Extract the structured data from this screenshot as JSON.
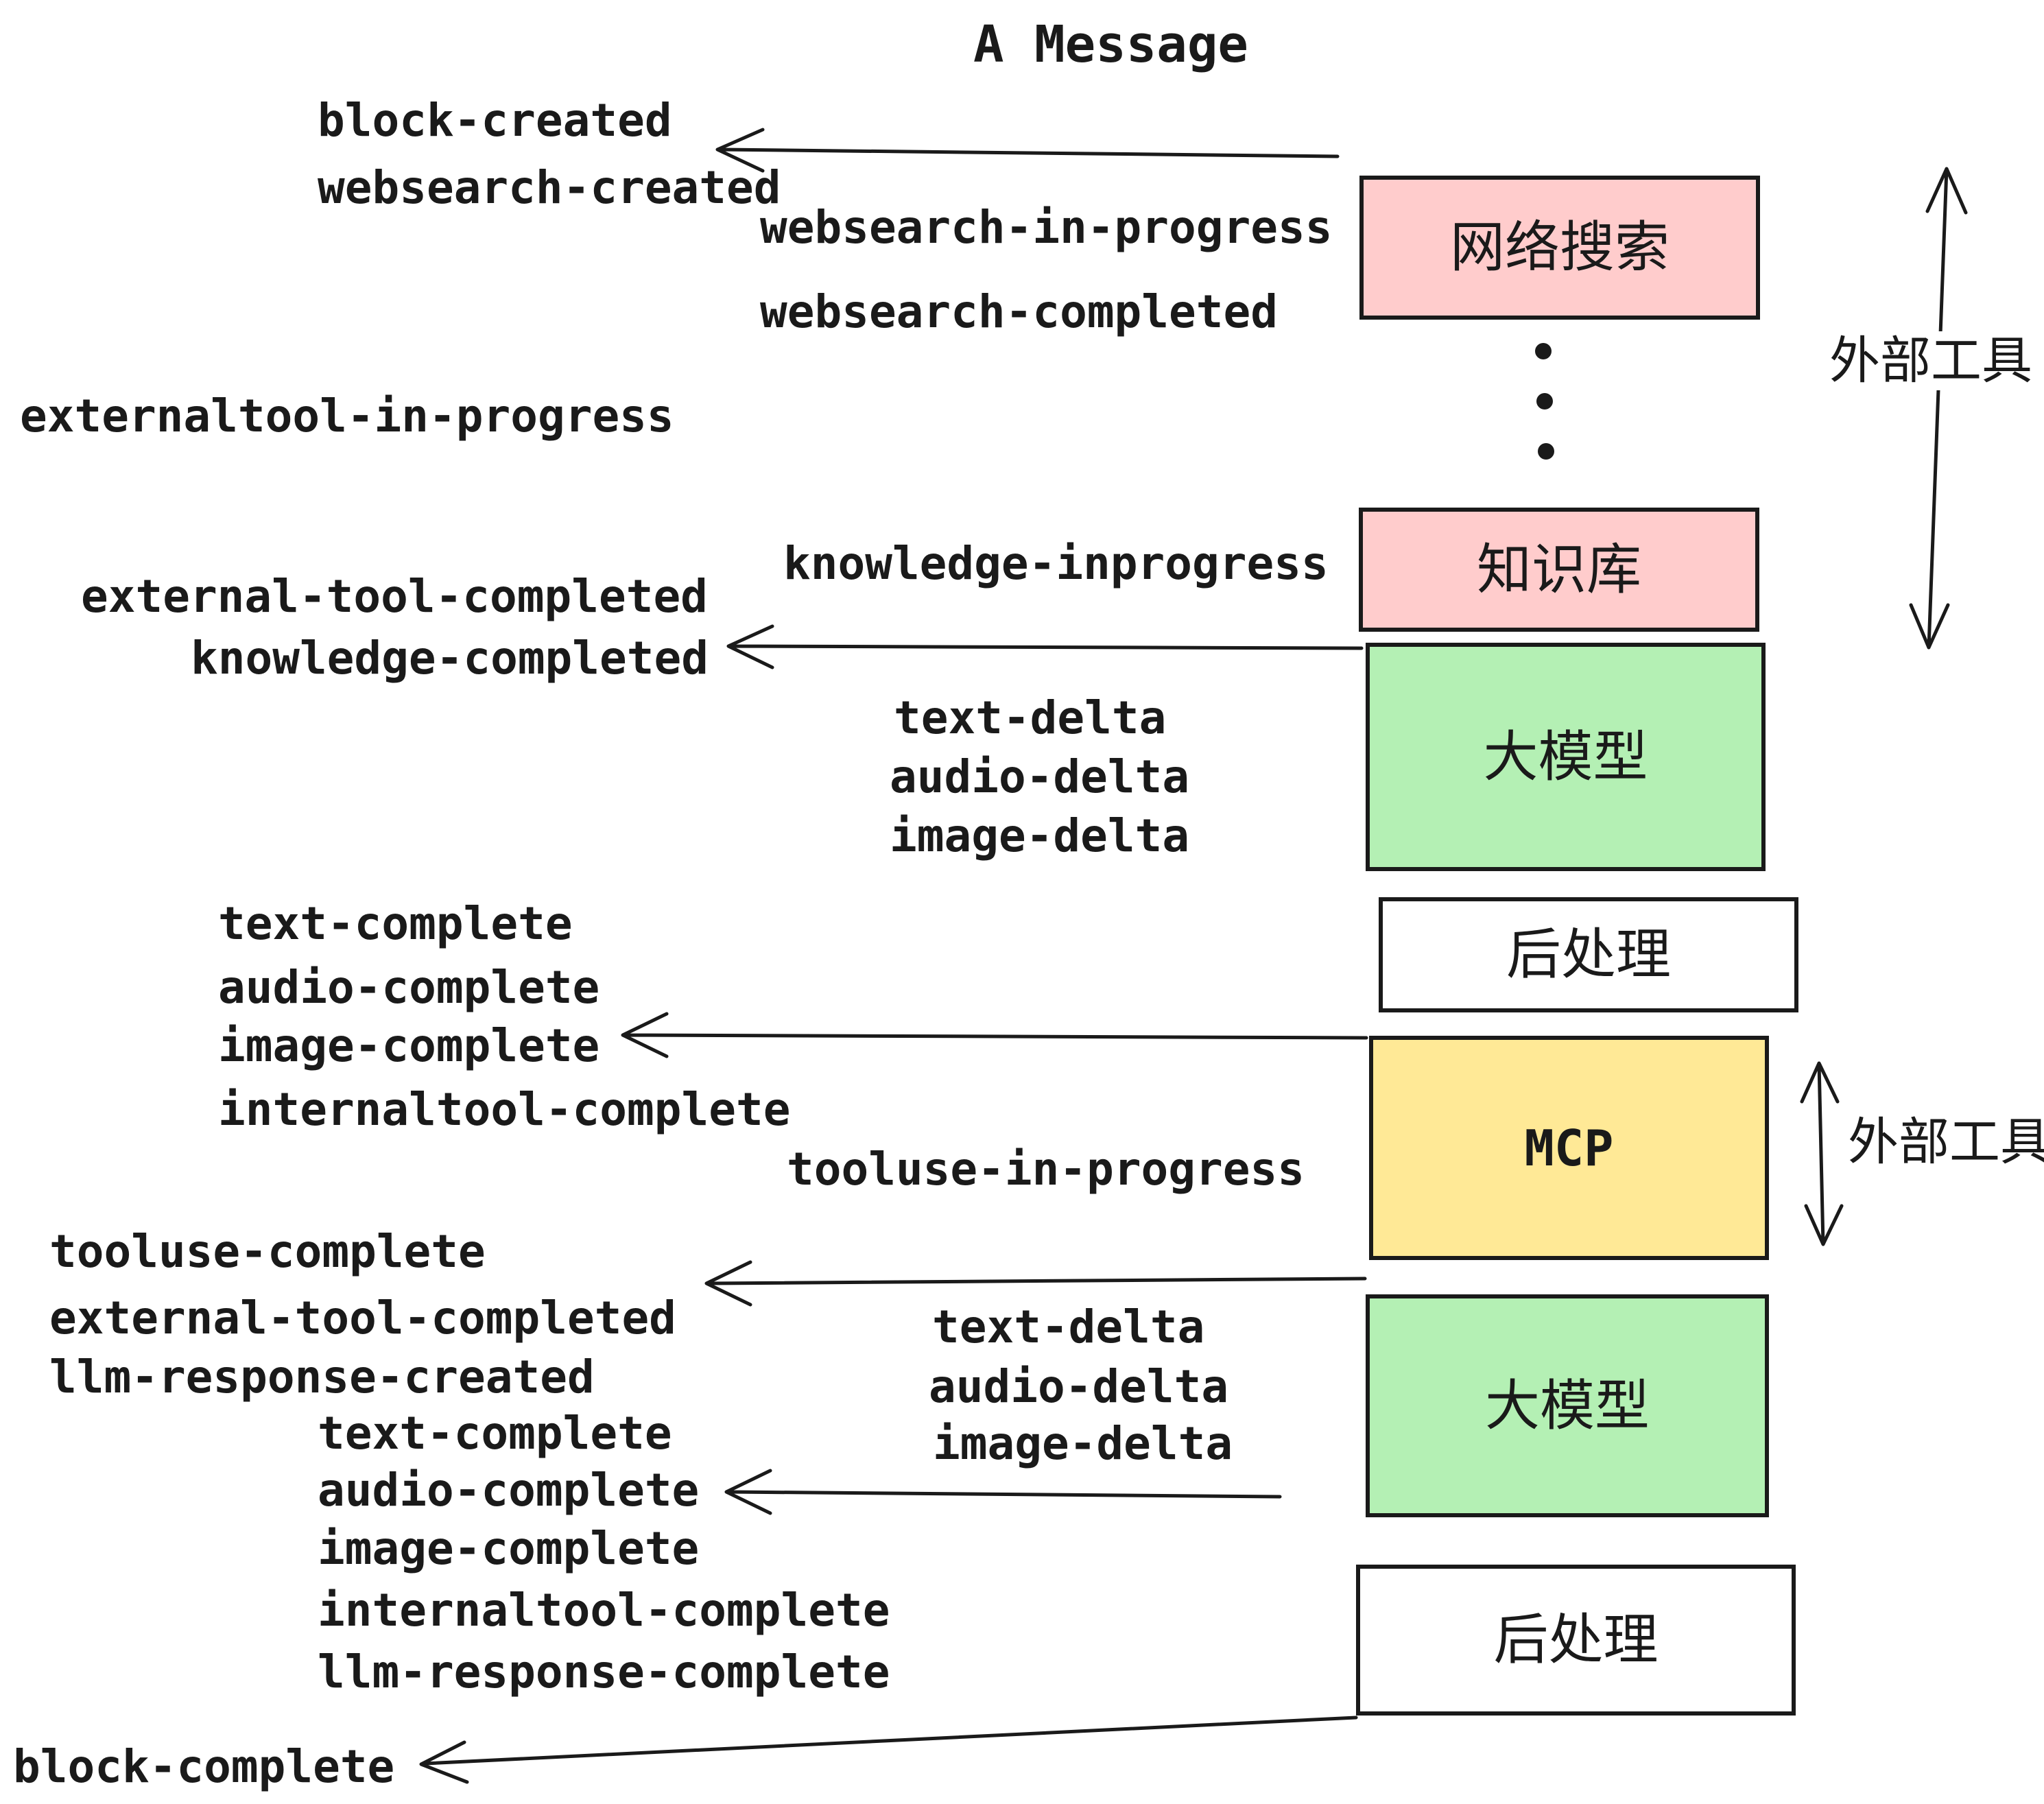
{
  "title": "A Message",
  "colors": {
    "pink": "#ffcccc",
    "green": "#b4f0b4",
    "yellow": "#ffe996",
    "line": "#1a1a1a",
    "bg": "#ffffff",
    "text": "#1a1a1a"
  },
  "boxes": {
    "websearch": {
      "label": "网络搜索",
      "color": "#ffcccc"
    },
    "knowledge": {
      "label": "知识库",
      "color": "#ffcccc"
    },
    "llm1": {
      "label": "大模型",
      "color": "#b4f0b4"
    },
    "post1": {
      "label": "后处理",
      "color": "#ffffff"
    },
    "mcp": {
      "label": "MCP",
      "color": "#ffe996"
    },
    "llm2": {
      "label": "大模型",
      "color": "#b4f0b4"
    },
    "post2": {
      "label": "后处理",
      "color": "#ffffff"
    }
  },
  "side_labels": {
    "external_tools_top": "外部工具",
    "external_tools_bottom": "外部工具"
  },
  "events": {
    "block_created": "block-created",
    "websearch_created": "websearch-created",
    "websearch_in_progress": "websearch-in-progress",
    "websearch_completed": "websearch-completed",
    "externaltool_in_progress": "externaltool-in-progress",
    "knowledge_inprogress": "knowledge-inprogress",
    "external_tool_completed_1": "external-tool-completed",
    "knowledge_completed": "knowledge-completed",
    "text_delta_1": "text-delta",
    "audio_delta_1": "audio-delta",
    "image_delta_1": "image-delta",
    "text_complete_1": "text-complete",
    "audio_complete_1": "audio-complete",
    "image_complete_1": "image-complete",
    "internaltool_complete_1": "internaltool-complete",
    "tooluse_in_progress": "tooluse-in-progress",
    "tooluse_complete": "tooluse-complete",
    "external_tool_completed_2": "external-tool-completed",
    "llm_response_created": "llm-response-created",
    "text_delta_2": "text-delta",
    "audio_delta_2": "audio-delta",
    "image_delta_2": "image-delta",
    "text_complete_2": "text-complete",
    "audio_complete_2": "audio-complete",
    "image_complete_2": "image-complete",
    "internaltool_complete_2": "internaltool-complete",
    "llm_response_complete": "llm-response-complete",
    "block_complete": "block-complete"
  }
}
